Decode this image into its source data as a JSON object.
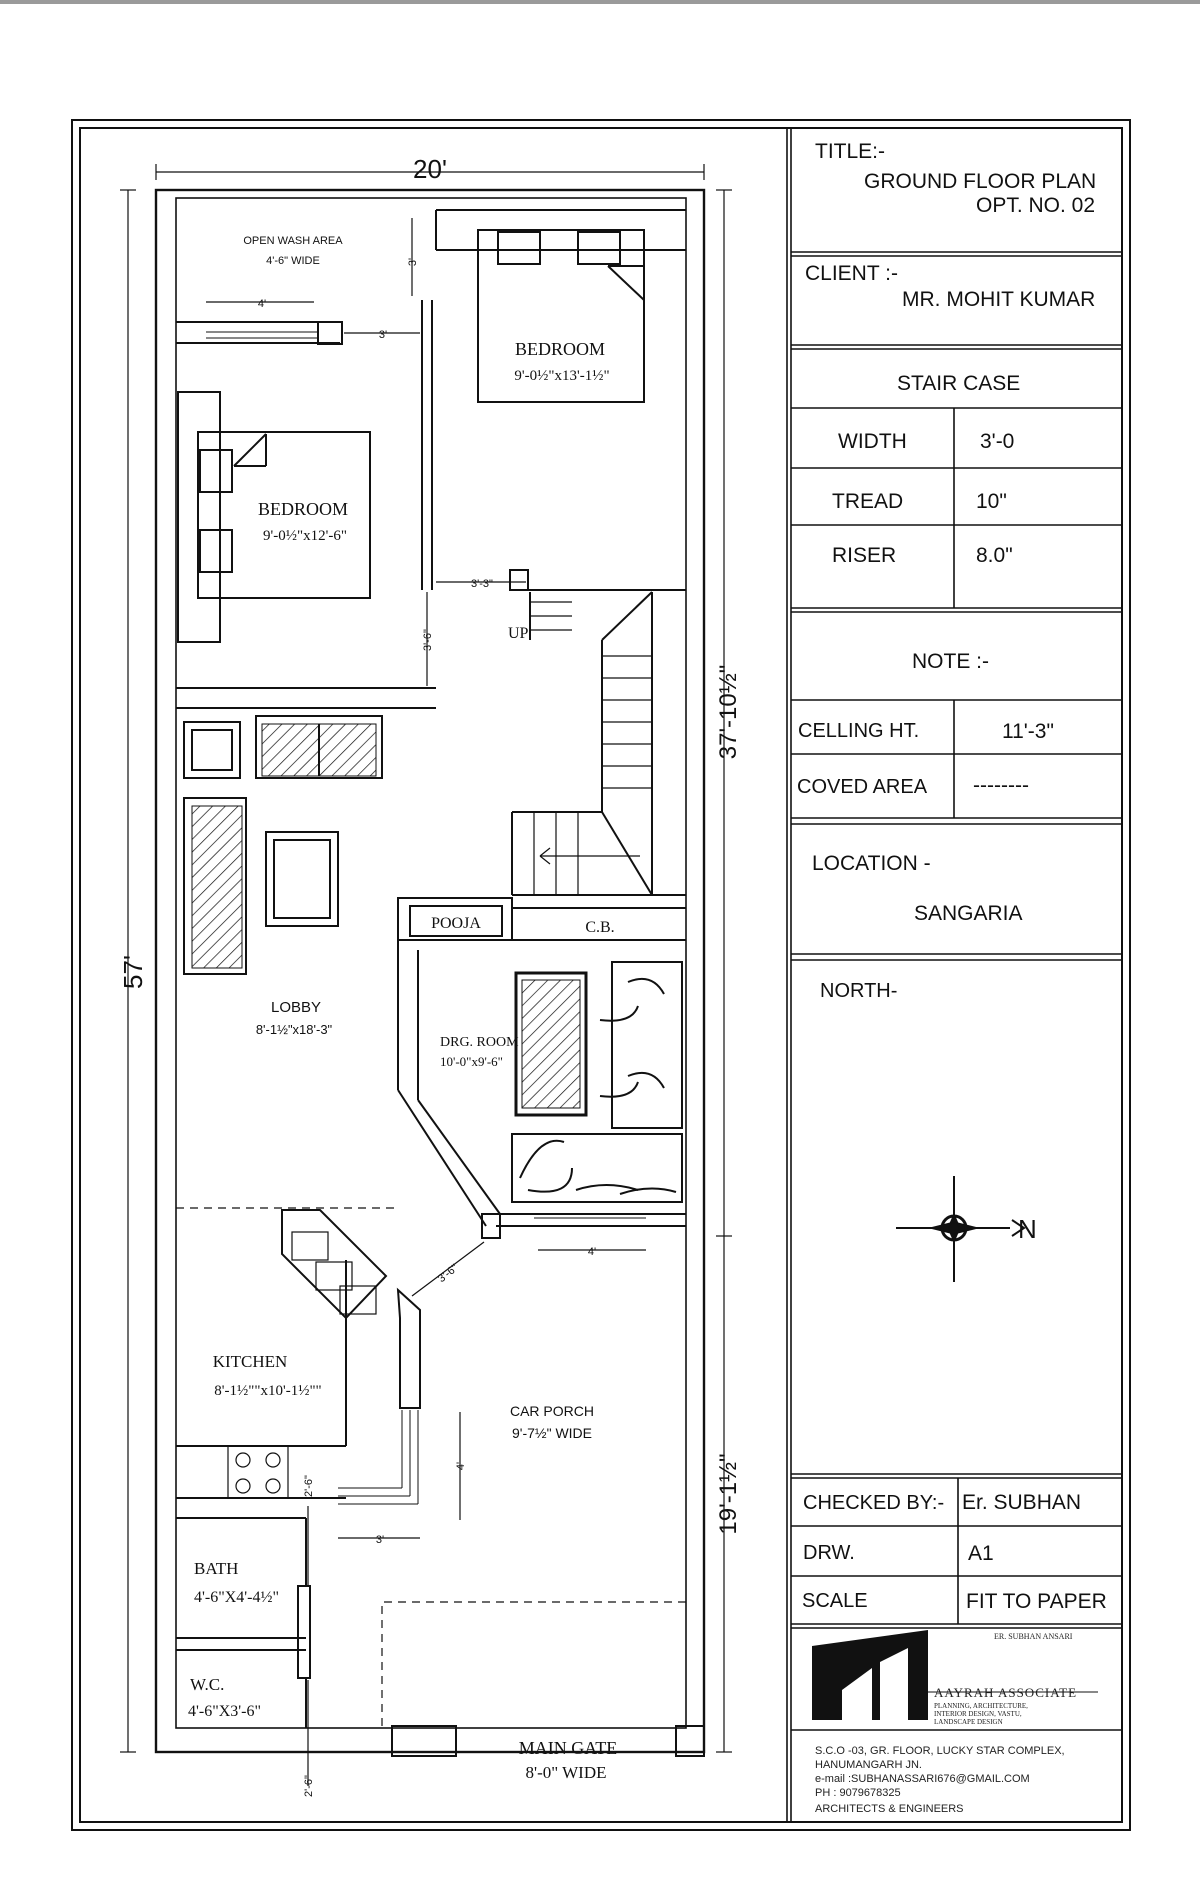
{
  "plan": {
    "dim_width": "20'",
    "dim_length": "57'",
    "dim_rear": "37'-10½\"",
    "dim_front": "19'-1½\"",
    "rooms": {
      "open_wash": {
        "name": "OPEN WASH AREA",
        "size": "4'-6\" WIDE"
      },
      "bedroom1": {
        "name": "BEDROOM",
        "size": "9'-0½\"x13'-1½\""
      },
      "bedroom2": {
        "name": "BEDROOM",
        "size": "9'-0½\"x12'-6\""
      },
      "lobby": {
        "name": "LOBBY",
        "size": "8'-1½\"x18'-3\""
      },
      "drawing": {
        "name": "DRG. ROOM",
        "size": "10'-0\"x9'-6\""
      },
      "kitchen": {
        "name": "KITCHEN",
        "size": "8'-1½\"\"x10'-1½\"\""
      },
      "car_porch": {
        "name": "CAR PORCH",
        "size": "9'-7½\" WIDE"
      },
      "bath": {
        "name": "BATH",
        "size": "4'-6\"X4'-4½\""
      },
      "wc": {
        "name": "W.C.",
        "size": "4'-6\"X3'-6\""
      },
      "pooja": {
        "name": "POOJA"
      },
      "cb": {
        "name": "C.B."
      },
      "main_gate": {
        "name": "MAIN GATE",
        "size": "8'-0\" WIDE"
      }
    },
    "dims": {
      "d_wash_4": "4'",
      "d_wash_3": "3'",
      "d_wash_side_3": "3'",
      "d_bed_3_3": "3'-3\"",
      "d_bed_3_6": "3'-6\"",
      "d_drg_4": "4'",
      "d_kit_3_6": "3'-6\"",
      "d_porch_4": "4'",
      "d_bath_3": "3'",
      "d_bath_2_6": "2'-6\"",
      "d_wc_2_6": "2'-6\""
    },
    "stair_up": "UP"
  },
  "title_block": {
    "title_label": "TITLE:-",
    "title_line1": "GROUND FLOOR PLAN",
    "title_line2": "OPT. NO. 02",
    "client_label": "CLIENT :-",
    "client_name": "MR. MOHIT KUMAR",
    "staircase_header": "STAIR CASE",
    "staircase": [
      {
        "label": "WIDTH",
        "value": "3'-0"
      },
      {
        "label": "TREAD",
        "value": "10\""
      },
      {
        "label": "RISER",
        "value": "8.0\""
      }
    ],
    "note_header": "NOTE :-",
    "notes": [
      {
        "label": "CELLING HT.",
        "value": "11'-3\""
      },
      {
        "label": "COVED AREA",
        "value": "--------"
      }
    ],
    "location_label": "LOCATION   -",
    "location_value": "SANGARIA",
    "north_label": "NORTH-",
    "north_letter": "N",
    "checked_label": "CHECKED BY:-",
    "checked_value": "Er. SUBHAN",
    "drw_label": "DRW.",
    "drw_value": "A1",
    "scale_label": "SCALE",
    "scale_value": "FIT TO PAPER",
    "signature": "ER. SUBHAN ANSARI",
    "firm_name": "AAYRAH ASSOCIATE",
    "firm_services": [
      "PLANNING, ARCHITECTURE,",
      "INTERIOR DESIGN, VASTU,",
      "LANDSCAPE DESIGN"
    ],
    "address_lines": [
      "S.C.O -03, GR. FLOOR, LUCKY STAR COMPLEX,",
      "HANUMANGARH JN.",
      "e-mail :SUBHANASSARI676@GMAIL.COM",
      "PH : 9079678325",
      "ARCHITECTS & ENGINEERS"
    ]
  },
  "colors": {
    "ink": "#111111",
    "paper": "#ffffff",
    "top_rule": "#9a9a9a"
  },
  "icons": [
    "north-arrow-icon",
    "firm-logo-icon"
  ]
}
